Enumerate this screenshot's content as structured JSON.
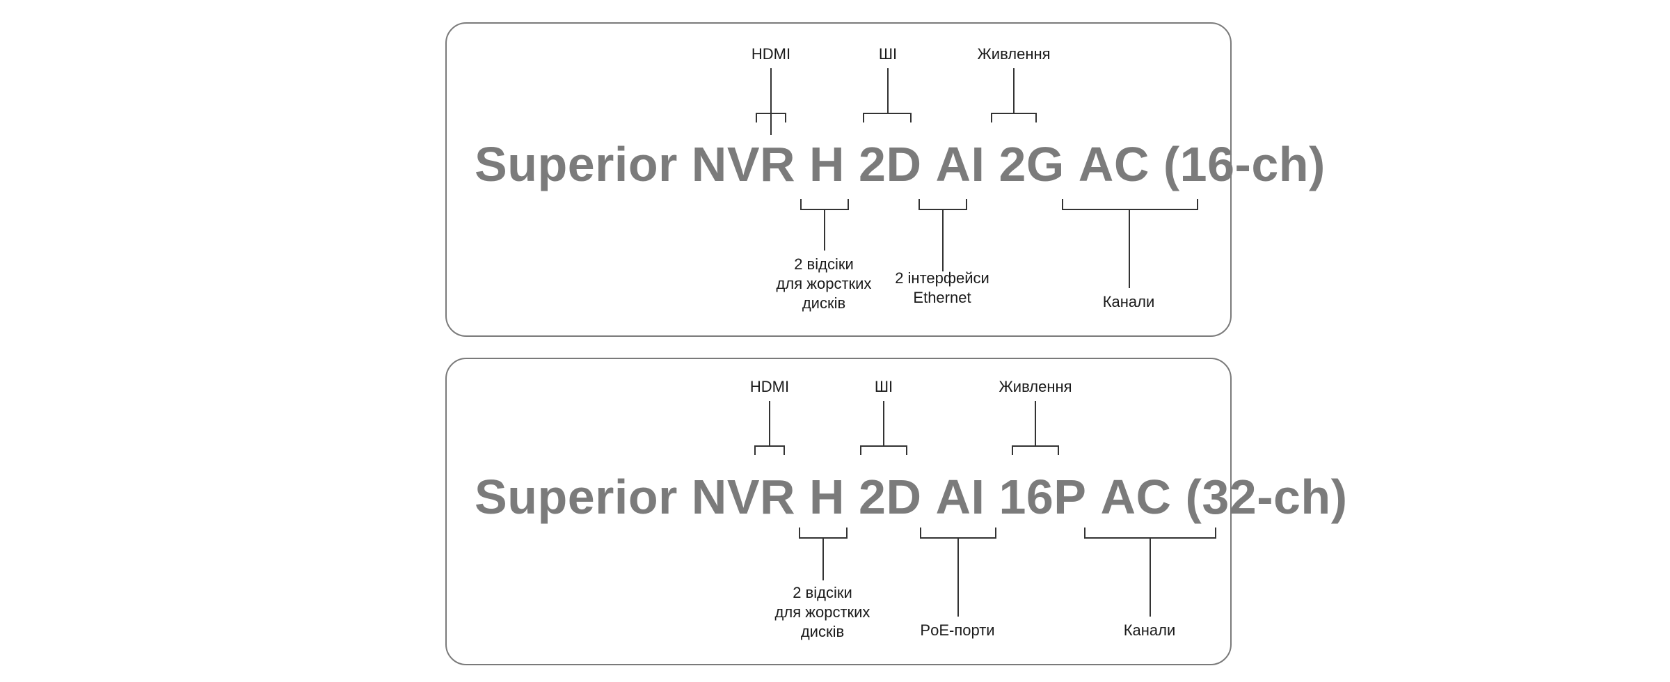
{
  "panels": [
    {
      "tokens": [
        "Superior",
        "NVR",
        "H",
        "2D",
        "AI",
        "2G",
        "AC",
        "(16-ch)"
      ],
      "labels_top": [
        "HDMI",
        "ШІ",
        "Живлення"
      ],
      "labels_bottom": [
        [
          "2 відсіки",
          "для жорстких",
          "дисків"
        ],
        [
          "2 інтерфейси",
          "Ethernet"
        ],
        [
          "Канали"
        ]
      ]
    },
    {
      "tokens": [
        "Superior",
        "NVR",
        "H",
        "2D",
        "AI",
        "16P",
        "AC",
        "(32-ch)"
      ],
      "labels_top": [
        "HDMI",
        "ШІ",
        "Живлення"
      ],
      "labels_bottom": [
        [
          "2 відсіки",
          "для жорстких",
          "дисків"
        ],
        [
          "PoE-порти"
        ],
        [
          "Канали"
        ]
      ]
    }
  ]
}
